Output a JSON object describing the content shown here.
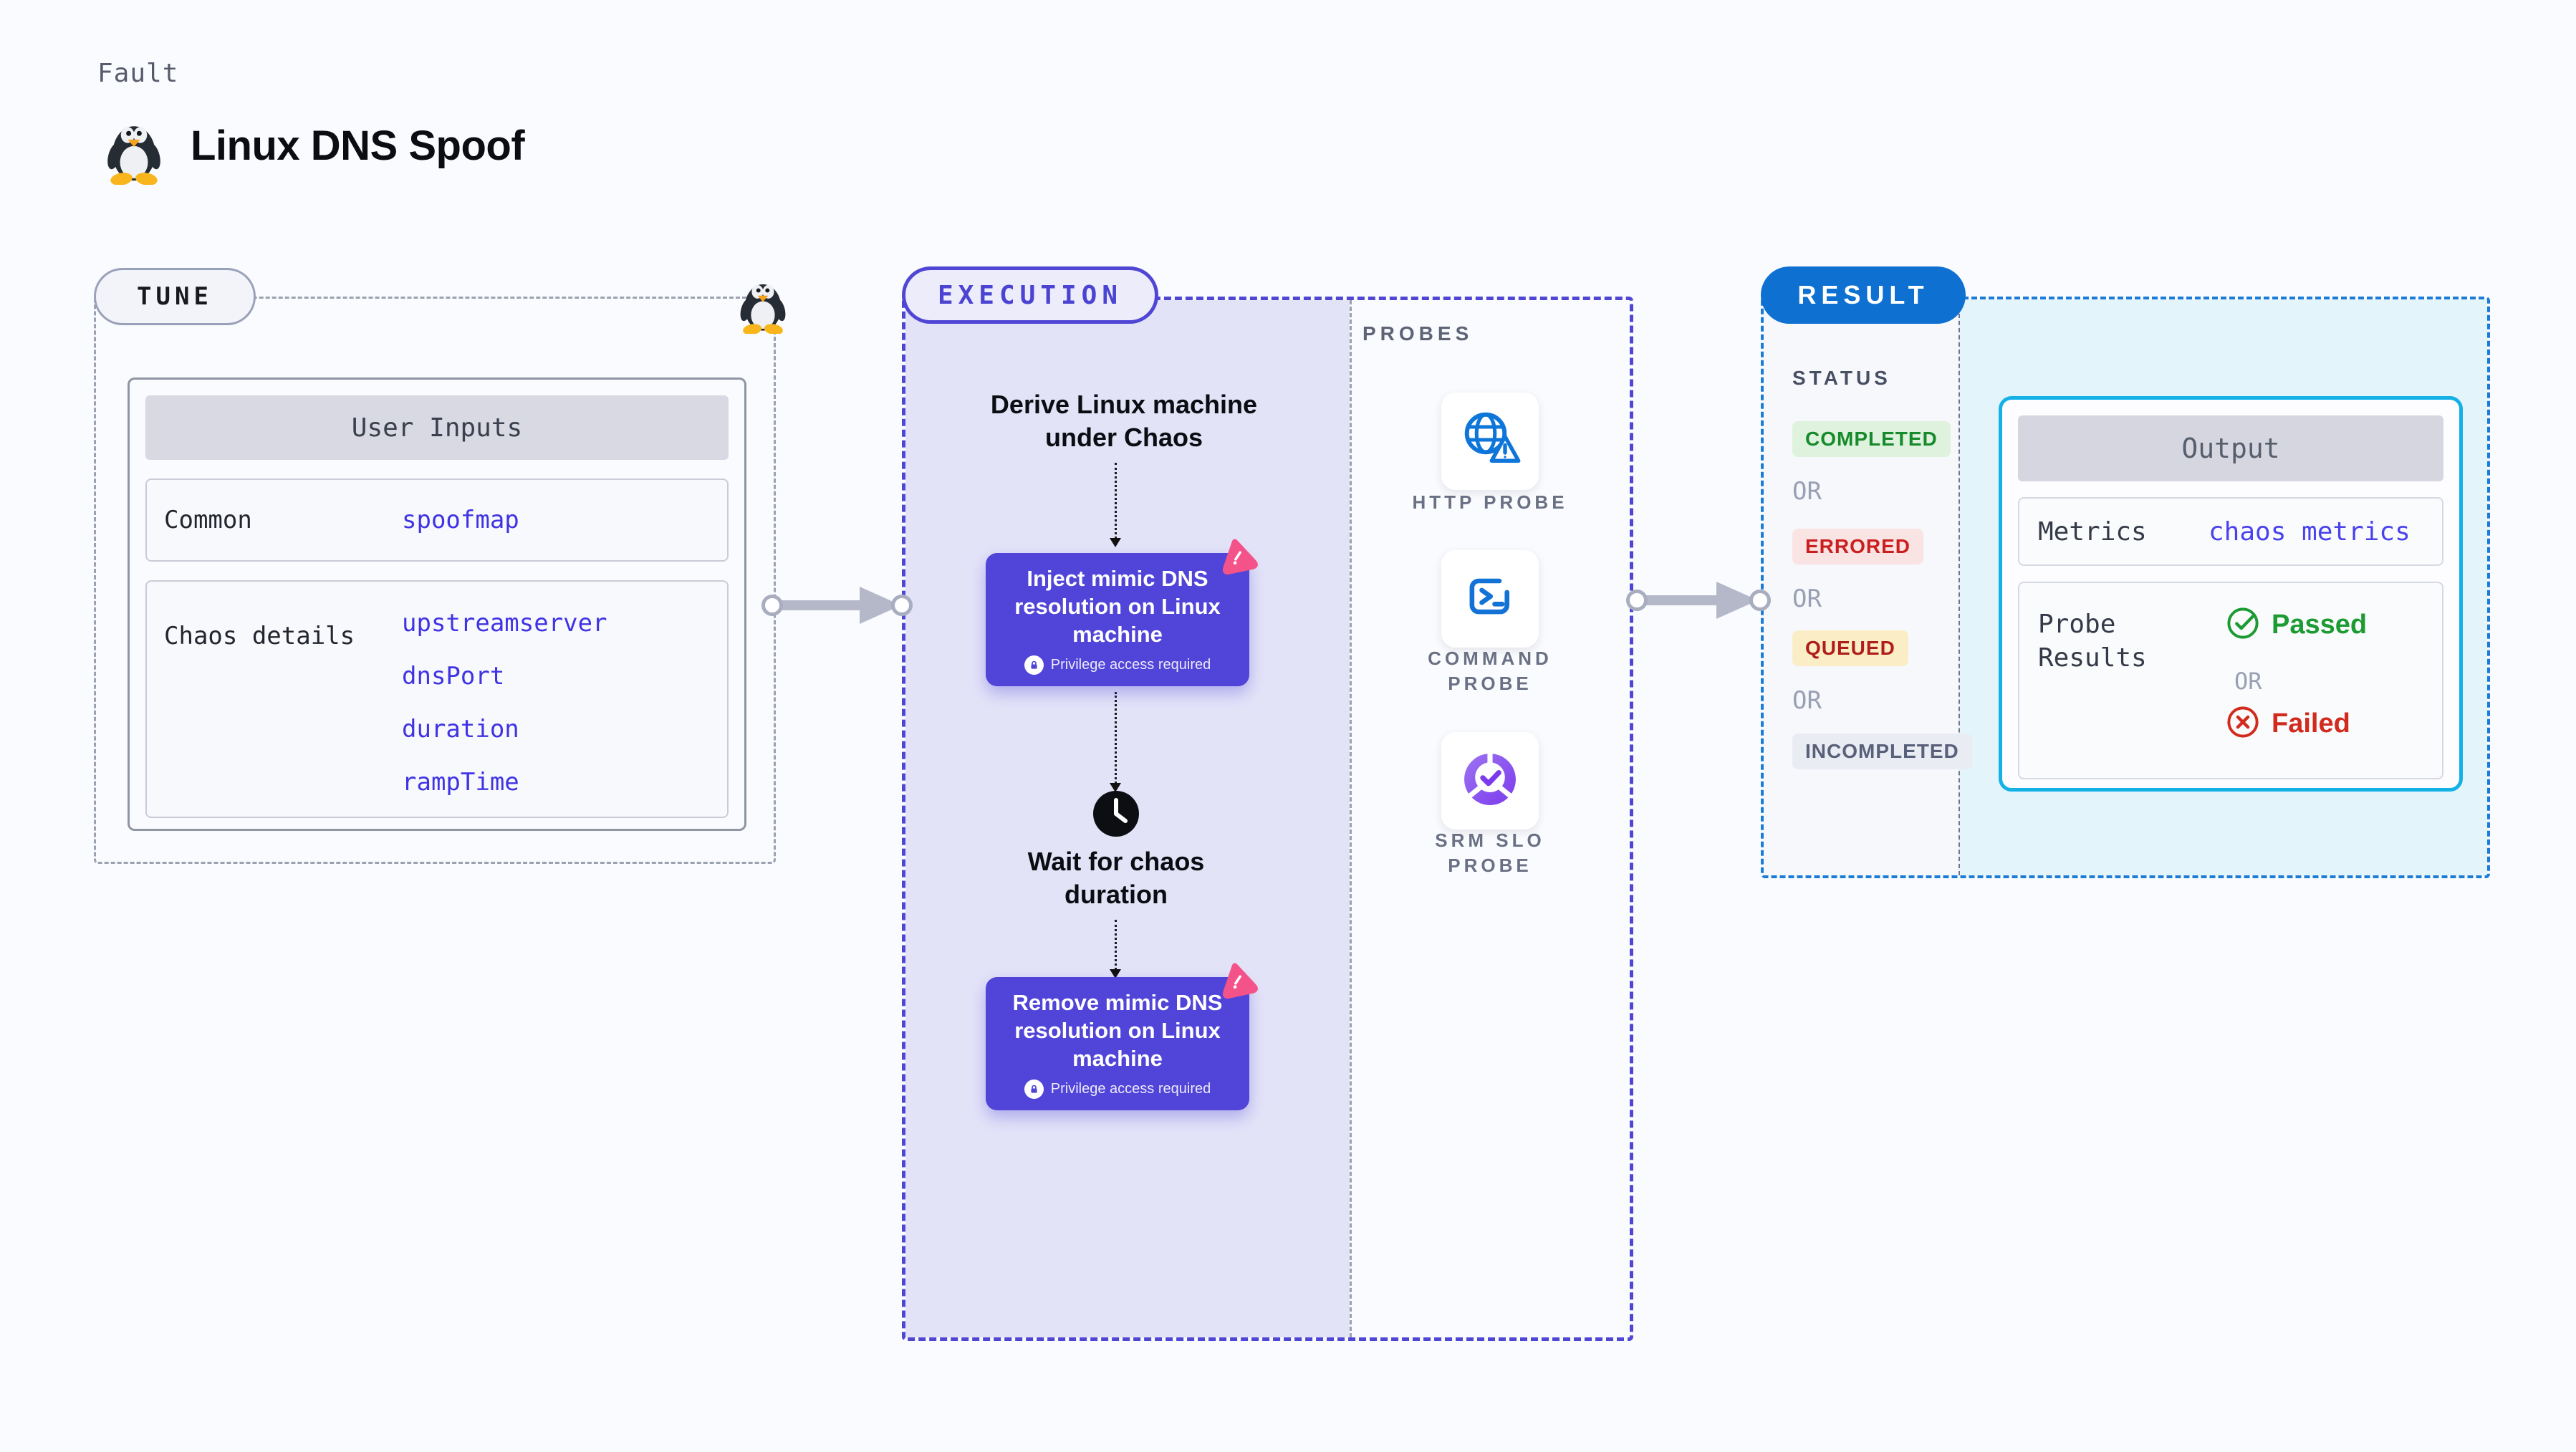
{
  "header": {
    "fault_label": "Fault",
    "title": "Linux DNS Spoof"
  },
  "tune": {
    "label": "TUNE",
    "table": {
      "header": "User Inputs",
      "rows": [
        {
          "label": "Common",
          "values": [
            "spoofmap"
          ]
        },
        {
          "label": "Chaos details",
          "values": [
            "upstreamserver",
            "dnsPort",
            "duration",
            "rampTime"
          ]
        }
      ]
    }
  },
  "execution": {
    "label": "EXECUTION",
    "derive_step": "Derive Linux machine\nunder Chaos",
    "inject_step": "Inject mimic DNS\nresolution on Linux\nmachine",
    "privilege_note": "Privilege access required",
    "wait_step": "Wait for chaos\nduration",
    "remove_step": "Remove mimic DNS\nresolution on Linux\nmachine"
  },
  "probes": {
    "label": "PROBES",
    "items": [
      {
        "label": "HTTP PROBE",
        "icon": "globe-alert-icon"
      },
      {
        "label": "COMMAND\nPROBE",
        "icon": "terminal-icon"
      },
      {
        "label": "SRM SLO\nPROBE",
        "icon": "slo-pie-check-icon"
      }
    ]
  },
  "result": {
    "label": "RESULT",
    "status_label": "STATUS",
    "or_label": "OR",
    "badges": [
      {
        "label": "COMPLETED",
        "text_color": "#178a2c",
        "bg": "#def2de"
      },
      {
        "label": "ERRORED",
        "text_color": "#cb1f1f",
        "bg": "#fae3e3"
      },
      {
        "label": "QUEUED",
        "text_color": "#b01d1d",
        "bg": "#fbeec6"
      },
      {
        "label": "INCOMPLETED",
        "text_color": "#58607a",
        "bg": "#eaecf3"
      }
    ],
    "output": {
      "header": "Output",
      "metrics_label": "Metrics",
      "metrics_value": "chaos metrics",
      "probe_results_label": "Probe\nResults",
      "passed_label": "Passed",
      "or_label": "OR",
      "failed_label": "Failed"
    }
  },
  "colors": {
    "page_bg": "#fafbfe",
    "execution_fill": "#e3e3f8",
    "execution_accent": "#5046d4",
    "result_fill": "#e4f4fb",
    "result_accent": "#1b7cd8",
    "result_pill_bg": "#0e70d1",
    "output_border": "#14b1e7",
    "chaos_step_bg": "#5144d8",
    "value_text": "#3f33e3",
    "metrics_value_text": "#4a42ed",
    "arrow_gray": "#b4b8c8",
    "probe_icon_blue": "#0e76d8",
    "slo_icon_purple": "#7c3aed",
    "passed_green": "#1d9b33",
    "failed_red": "#d32a1e",
    "badge_pink": "#f4538a"
  }
}
